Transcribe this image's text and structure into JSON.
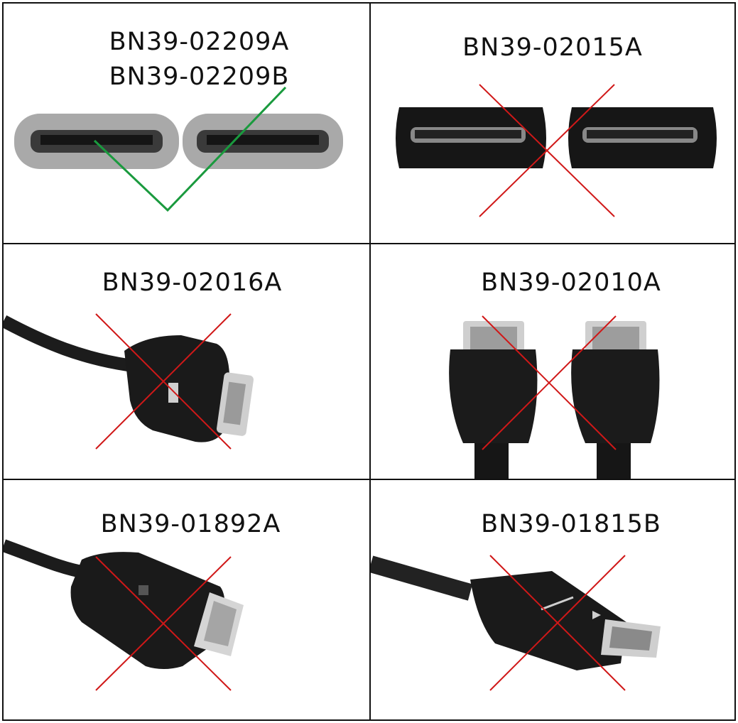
{
  "cells": [
    {
      "labels": [
        "BN39-02209A",
        "BN39-02209B"
      ],
      "status": "compatible",
      "mark": "check",
      "mark_color": "#1a9a3e"
    },
    {
      "labels": [
        "BN39-02015A"
      ],
      "status": "incompatible",
      "mark": "cross",
      "mark_color": "#d01818"
    },
    {
      "labels": [
        "BN39-02016A"
      ],
      "status": "incompatible",
      "mark": "cross",
      "mark_color": "#d01818"
    },
    {
      "labels": [
        "BN39-02010A"
      ],
      "status": "incompatible",
      "mark": "cross",
      "mark_color": "#d01818"
    },
    {
      "labels": [
        "BN39-01892A"
      ],
      "status": "incompatible",
      "mark": "cross",
      "mark_color": "#d01818"
    },
    {
      "labels": [
        "BN39-01815B"
      ],
      "status": "incompatible",
      "mark": "cross",
      "mark_color": "#d01818"
    }
  ]
}
